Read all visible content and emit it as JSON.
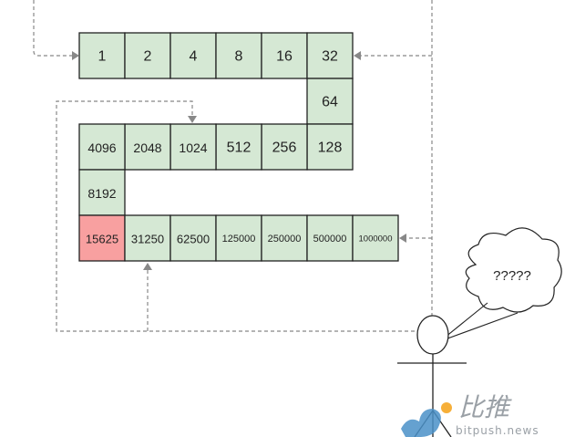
{
  "diagram": {
    "cells": [
      {
        "label": "1",
        "highlight": false
      },
      {
        "label": "2",
        "highlight": false
      },
      {
        "label": "4",
        "highlight": false
      },
      {
        "label": "8",
        "highlight": false
      },
      {
        "label": "16",
        "highlight": false
      },
      {
        "label": "32",
        "highlight": false
      },
      {
        "label": "64",
        "highlight": false
      },
      {
        "label": "128",
        "highlight": false
      },
      {
        "label": "256",
        "highlight": false
      },
      {
        "label": "512",
        "highlight": false
      },
      {
        "label": "1024",
        "highlight": false
      },
      {
        "label": "2048",
        "highlight": false
      },
      {
        "label": "4096",
        "highlight": false
      },
      {
        "label": "8192",
        "highlight": false
      },
      {
        "label": "15625",
        "highlight": true
      },
      {
        "label": "31250",
        "highlight": false
      },
      {
        "label": "62500",
        "highlight": false
      },
      {
        "label": "125000",
        "highlight": false
      },
      {
        "label": "250000",
        "highlight": false
      },
      {
        "label": "500000",
        "highlight": false
      },
      {
        "label": "1000000",
        "highlight": false
      }
    ],
    "thought_bubble": "?????",
    "colors": {
      "cell": "#d5e8d4",
      "highlight": "#f8a0a0",
      "dashed": "#888888"
    }
  },
  "watermark": {
    "brand": "比推",
    "url": "bitpush.news"
  }
}
